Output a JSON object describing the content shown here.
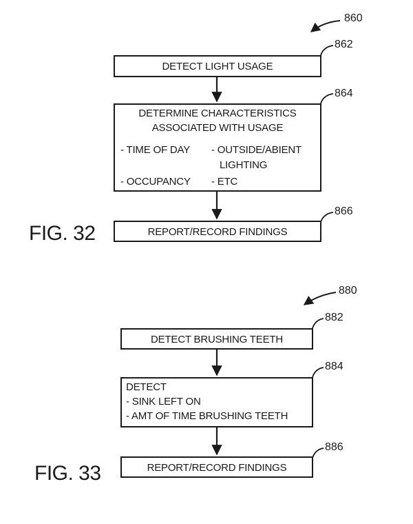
{
  "fig32": {
    "ref": "860",
    "label": "FIG. 32",
    "step1": {
      "ref": "862",
      "text": "DETECT LIGHT USAGE"
    },
    "step2": {
      "ref": "864",
      "line1": "DETERMINE CHARACTERISTICS",
      "line2": "ASSOCIATED WITH USAGE",
      "item1": "- TIME OF DAY",
      "item2a": "- OUTSIDE/ABIENT",
      "item2b": "LIGHTING",
      "item3": "- OCCUPANCY",
      "item4": "- ETC"
    },
    "step3": {
      "ref": "866",
      "text": "REPORT/RECORD FINDINGS"
    }
  },
  "fig33": {
    "ref": "880",
    "label": "FIG. 33",
    "step1": {
      "ref": "882",
      "text": "DETECT BRUSHING TEETH"
    },
    "step2": {
      "ref": "884",
      "line1": "DETECT",
      "line2": "- SINK LEFT ON",
      "line3": "- AMT OF TIME BRUSHING TEETH"
    },
    "step3": {
      "ref": "886",
      "text": "REPORT/RECORD FINDINGS"
    }
  }
}
